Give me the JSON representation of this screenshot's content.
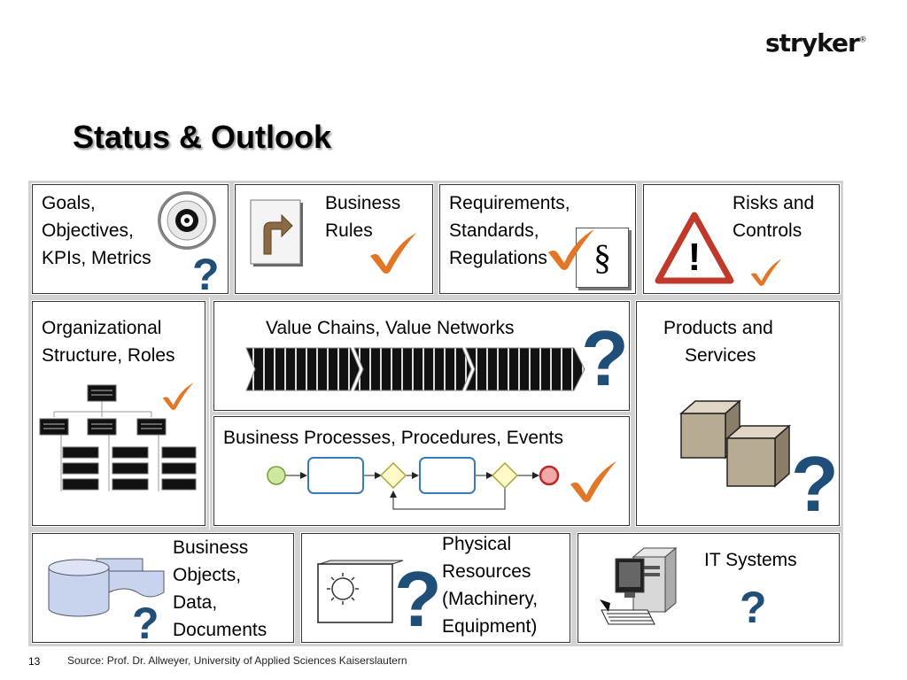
{
  "logo": {
    "text": "stryker",
    "mark": "®"
  },
  "title": "Status & Outlook",
  "colors": {
    "check": "#e37626",
    "question": "#1f4e79",
    "frame": "#d2d2d2"
  },
  "boxes": {
    "goals": {
      "lines": [
        "Goals,",
        "Objectives,",
        "KPIs, Metrics"
      ],
      "icon": "target-icon",
      "status": "question"
    },
    "rules": {
      "lines": [
        "Business",
        "Rules"
      ],
      "icon": "turn-right-arrow-icon",
      "status": "check"
    },
    "requirements": {
      "lines": [
        "Requirements,",
        "Standards,",
        "Regulations"
      ],
      "icon": "section-sign-icon",
      "symbol": "§",
      "status": "check"
    },
    "risks": {
      "lines": [
        "Risks and",
        "Controls"
      ],
      "icon": "warning-triangle-icon",
      "symbol": "!",
      "status": "check"
    },
    "org": {
      "lines": [
        "Organizational",
        "Structure, Roles"
      ],
      "icon": "org-chart-icon",
      "status": "check"
    },
    "value": {
      "lines": [
        "Value Chains, Value Networks"
      ],
      "icon": "value-chain-icon",
      "status": "question"
    },
    "products": {
      "lines": [
        "Products and",
        "Services"
      ],
      "icon": "cubes-icon",
      "status": "question"
    },
    "processes": {
      "lines": [
        "Business Processes, Procedures, Events"
      ],
      "icon": "process-flow-icon",
      "status": "check"
    },
    "objects": {
      "lines": [
        "Business",
        "Objects,",
        "Data,",
        "Documents"
      ],
      "icon": "data-store-icon",
      "status": "question"
    },
    "physical": {
      "lines": [
        "Physical",
        "Resources",
        "(Machinery,",
        "Equipment)"
      ],
      "icon": "machine-gear-icon",
      "status": "question"
    },
    "it": {
      "lines": [
        "IT Systems"
      ],
      "icon": "computer-icon",
      "status": "question"
    }
  },
  "question_mark": "?",
  "footer": {
    "page": "13",
    "source": "Source: Prof. Dr. Allweyer, University of Applied Sciences Kaiserslautern"
  }
}
